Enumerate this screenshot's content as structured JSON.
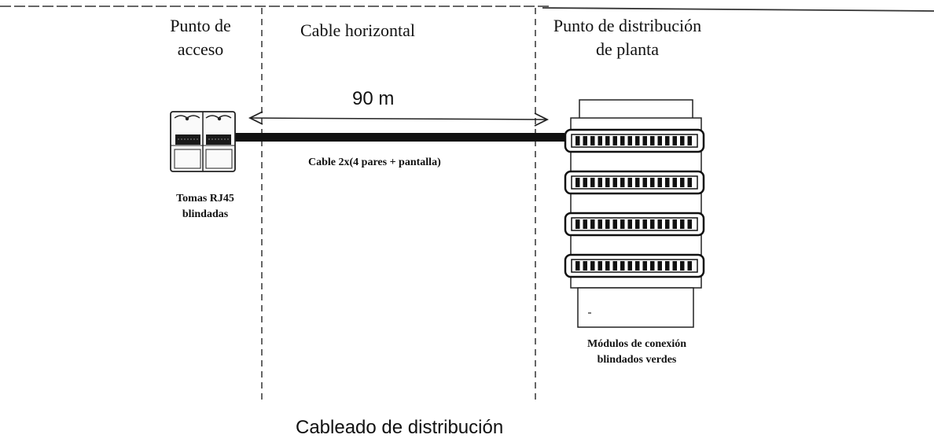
{
  "sections": {
    "access_point": "Punto de\nacceso",
    "horizontal_cable": "Cable horizontal",
    "floor_distribution": "Punto de distribución\nde planta"
  },
  "distance_label": "90 m",
  "cable_label": "Cable 2x(4 pares + pantalla)",
  "outlet_label": "Tomas RJ45\nblindadas",
  "modules_label": "Módulos de conexión\nblindados verdes",
  "caption": "Cableado de distribución"
}
